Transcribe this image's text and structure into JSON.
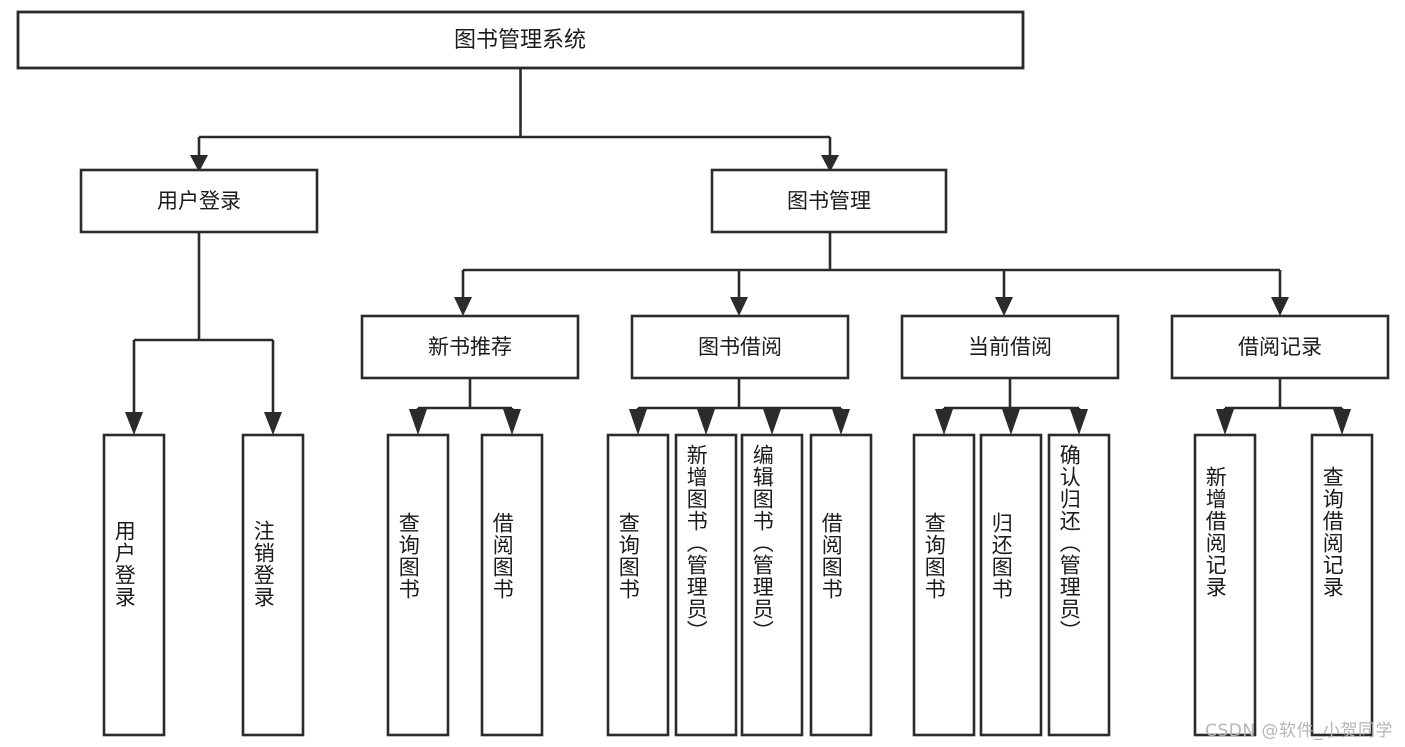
{
  "diagram": {
    "title": "图书管理系统",
    "type": "tree",
    "orientation": "top-down",
    "colors": {
      "stroke": "#2b2b2b",
      "fill": "#ffffff",
      "text": "#1b1b1b",
      "background": "#ffffff",
      "watermark": "#b6b6b6"
    },
    "root": {
      "label": "图书管理系统"
    },
    "level2": [
      {
        "label": "用户登录"
      },
      {
        "label": "图书管理"
      }
    ],
    "level3": [
      {
        "label": "新书推荐"
      },
      {
        "label": "图书借阅"
      },
      {
        "label": "当前借阅"
      },
      {
        "label": "借阅记录"
      }
    ],
    "leaves": {
      "user_login": [
        {
          "label": "用户登录"
        },
        {
          "label": "注销登录"
        }
      ],
      "new_book_recommend": [
        {
          "label": "查询图书"
        },
        {
          "label": "借阅图书"
        }
      ],
      "book_borrow": [
        {
          "label": "查询图书"
        },
        {
          "label": "新增图书（管理员）"
        },
        {
          "label": "编辑图书（管理员）"
        },
        {
          "label": "借阅图书"
        }
      ],
      "current_borrow": [
        {
          "label": "查询图书"
        },
        {
          "label": "归还图书"
        },
        {
          "label": "确认归还（管理员）"
        }
      ],
      "borrow_record": [
        {
          "label": "新增借阅记录"
        },
        {
          "label": "查询借阅记录"
        }
      ]
    }
  },
  "watermark": {
    "text": "CSDN @软件_小贺同学"
  }
}
